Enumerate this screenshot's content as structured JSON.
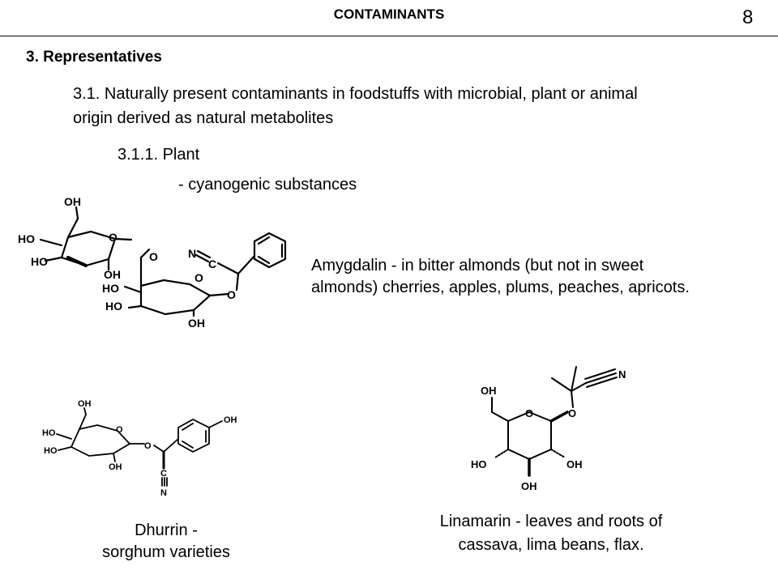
{
  "header": {
    "title": "CONTAMINANTS",
    "page_number": "8"
  },
  "section": {
    "title": "3. Representatives"
  },
  "subsection": {
    "title_line1": "3.1. Naturally present contaminants in foodstuffs with microbial, plant or animal",
    "title_line2": "origin derived as natural metabolites"
  },
  "subsubsection": {
    "title": "3.1.1. Plant"
  },
  "category": {
    "label": "- cyanogenic substances"
  },
  "compounds": {
    "amygdalin": {
      "line1": "Amygdalin -  in bitter almonds (but not in sweet",
      "line2": "almonds) cherries, apples, plums, peaches, apricots."
    },
    "dhurrin": {
      "line1": "Dhurrin -",
      "line2": "sorghum varieties"
    },
    "linamarin": {
      "line1": "Linamarin - leaves and roots of",
      "line2": "cassava, lima beans, flax."
    }
  },
  "structure_labels": {
    "oh": "OH",
    "ho": "HO",
    "o": "O",
    "n": "N",
    "c": "C"
  }
}
